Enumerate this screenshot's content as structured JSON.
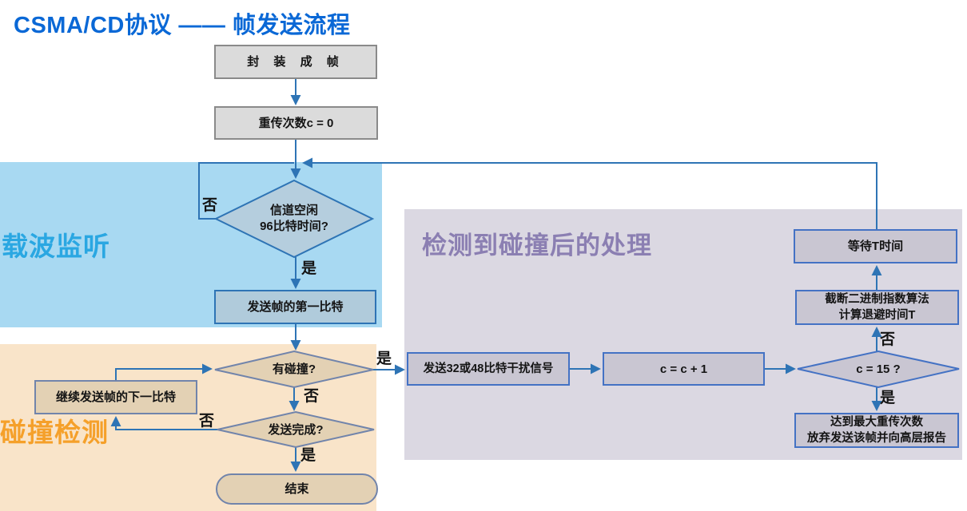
{
  "title": "CSMA/CD协议 —— 帧发送流程",
  "regions": {
    "carrier_sense": {
      "label": "载波监听"
    },
    "collision_detection": {
      "label": "碰撞检测"
    },
    "collision_handling": {
      "label": "检测到碰撞后的处理"
    }
  },
  "nodes": {
    "encapsulate": {
      "label": "封 装 成 帧"
    },
    "retry_init": {
      "label": "重传次数c = 0"
    },
    "channel_idle": {
      "line1": "信道空闲",
      "line2": "96比特时间?"
    },
    "send_first_bit": {
      "label": "发送帧的第一比特"
    },
    "has_collision": {
      "label": "有碰撞?"
    },
    "continue_send": {
      "label": "继续发送帧的下一比特"
    },
    "send_complete": {
      "label": "发送完成?"
    },
    "end": {
      "label": "结束"
    },
    "jam_signal": {
      "label": "发送32或48比特干扰信号"
    },
    "increment_c": {
      "label": "c = c + 1"
    },
    "c_equals_15": {
      "label": "c = 15 ?"
    },
    "backoff": {
      "line1": "截断二进制指数算法",
      "line2": "计算退避时间T"
    },
    "wait_t": {
      "label": "等待T时间"
    },
    "max_retry": {
      "line1": "达到最大重传次数",
      "line2": "放弃发送该帧并向高层报告"
    }
  },
  "edge_labels": {
    "channel_idle_no": "否",
    "channel_idle_yes": "是",
    "has_collision_yes": "是",
    "has_collision_no": "否",
    "send_complete_no": "否",
    "send_complete_yes": "是",
    "c15_no": "否",
    "c15_yes": "是"
  },
  "colors": {
    "title": "#0a68d6",
    "carrier_sense_bg": "#a8d9f2",
    "carrier_sense_label": "#2aa7e2",
    "collision_detection_bg": "#f9e4c9",
    "collision_detection_label": "#f5a02a",
    "collision_handling_bg": "#dbd8e2",
    "collision_handling_label": "#8b7fb2",
    "arrow": "#2e74b5",
    "gray_box_fill": "#dbdbdb",
    "blue_shape_fill": "#b5cede",
    "orange_shape_fill": "#e3d1b4",
    "purple_shape_fill": "#c9c6d2"
  }
}
